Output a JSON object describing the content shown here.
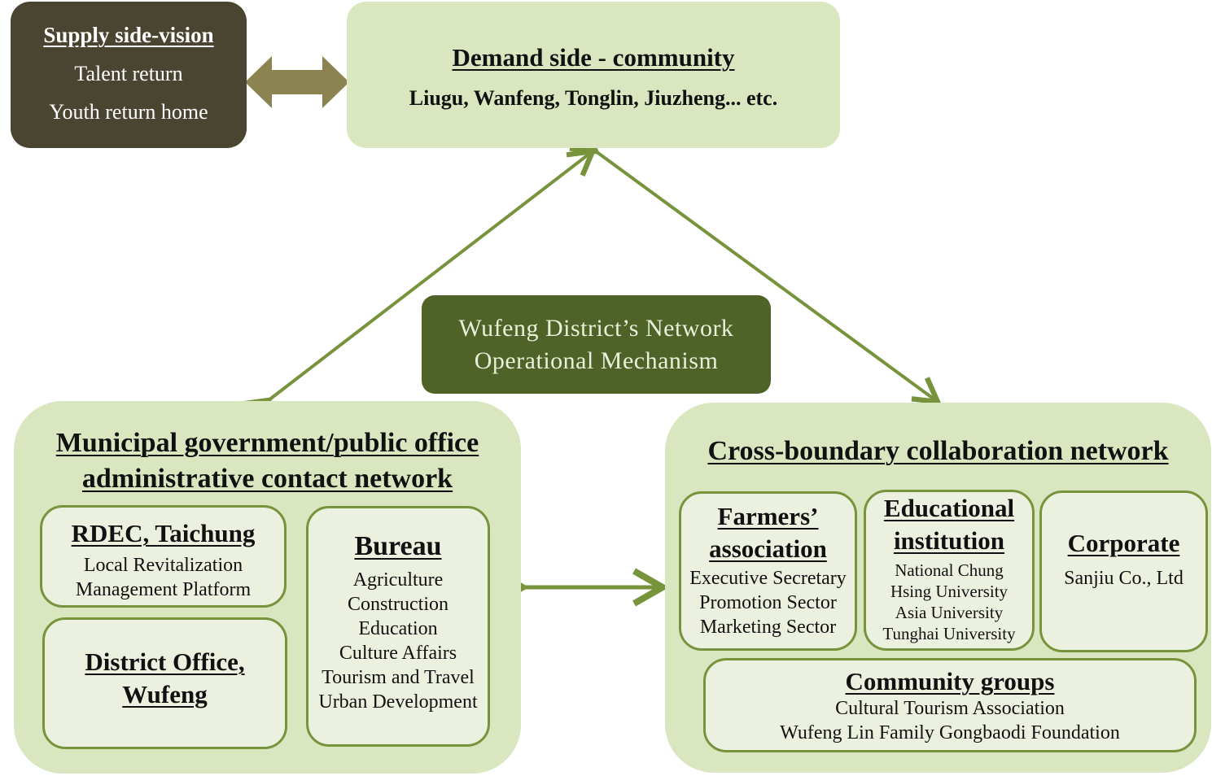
{
  "supply": {
    "title": "Supply side-vision",
    "lines": [
      "Talent return",
      "Youth return home"
    ]
  },
  "demand": {
    "title": "Demand side - community",
    "subtitle": "Liugu, Wanfeng, Tonglin, Jiuzheng... etc."
  },
  "mechanism": {
    "lines": [
      "Wufeng District’s Network",
      "Operational Mechanism"
    ]
  },
  "municipal": {
    "title_lines": [
      "Municipal government/public office",
      "administrative contact network"
    ],
    "rdec": {
      "title": "RDEC, Taichung",
      "lines": [
        "Local Revitalization",
        "Management Platform"
      ]
    },
    "district": {
      "title_lines": [
        "District Office,",
        "Wufeng"
      ]
    },
    "bureau": {
      "title": "Bureau",
      "items": [
        "Agriculture",
        "Construction",
        "Education",
        "Culture Affairs",
        "Tourism and Travel",
        "Urban Development"
      ]
    }
  },
  "cross": {
    "title": "Cross-boundary collaboration network",
    "farmers": {
      "title_lines": [
        "Farmers’",
        "association"
      ],
      "items": [
        "Executive Secretary",
        "Promotion Sector",
        "Marketing Sector"
      ]
    },
    "education": {
      "title_lines": [
        "Educational",
        "institution"
      ],
      "items": [
        "National Chung",
        "Hsing University",
        "Asia University",
        "Tunghai University"
      ]
    },
    "corporate": {
      "title": "Corporate",
      "items": [
        "Sanjiu Co., Ltd"
      ]
    },
    "groups": {
      "title": "Community groups",
      "items": [
        "Cultural Tourism Association",
        "Wufeng Lin Family Gongbaodi Foundation"
      ]
    }
  },
  "colors": {
    "dark_brown": "#4a4530",
    "light_green": "#d9e6bf",
    "inner_fill": "#ebf1de",
    "border_green": "#77933c",
    "mechanism_green": "#4f6228",
    "arrow_green": "#77933c",
    "arrow_khaki": "#8c8450"
  }
}
